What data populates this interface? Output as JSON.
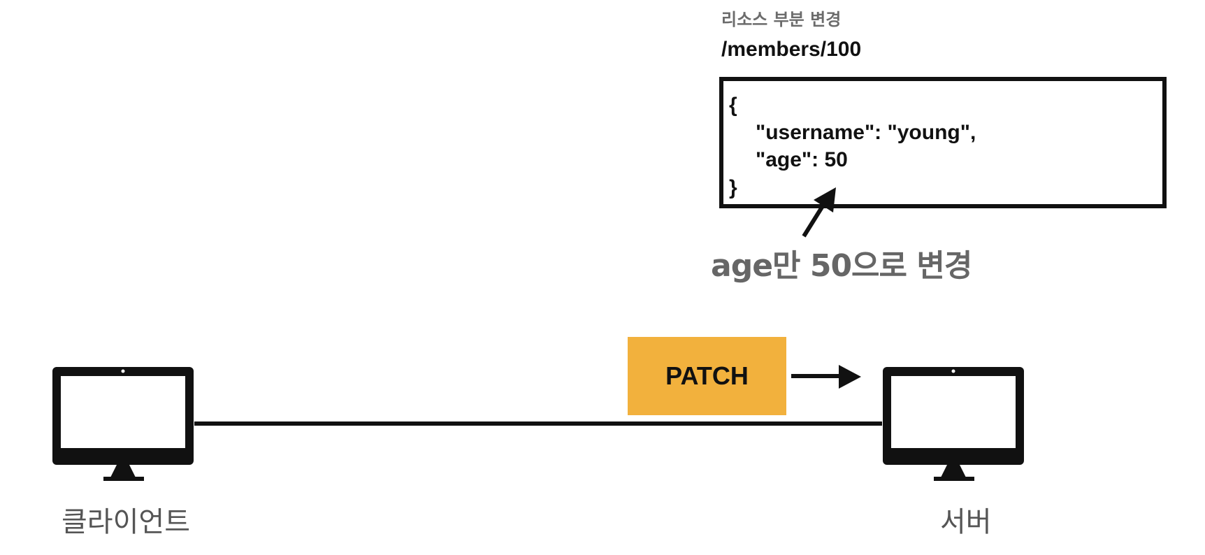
{
  "diagram": {
    "title": "리소스 부분 변경",
    "resource_path": "/members/100",
    "json_lines": [
      "{",
      "\"username\": \"young\",",
      "\"age\": 50",
      "}"
    ],
    "annotation": "age만 50으로 변경",
    "method": "PATCH",
    "client_label": "클라이언트",
    "server_label": "서버",
    "colors": {
      "method_box": "#f2b13d",
      "line": "#111111",
      "muted_text": "#666666"
    },
    "icons": [
      "monitor-icon",
      "monitor-icon"
    ]
  }
}
